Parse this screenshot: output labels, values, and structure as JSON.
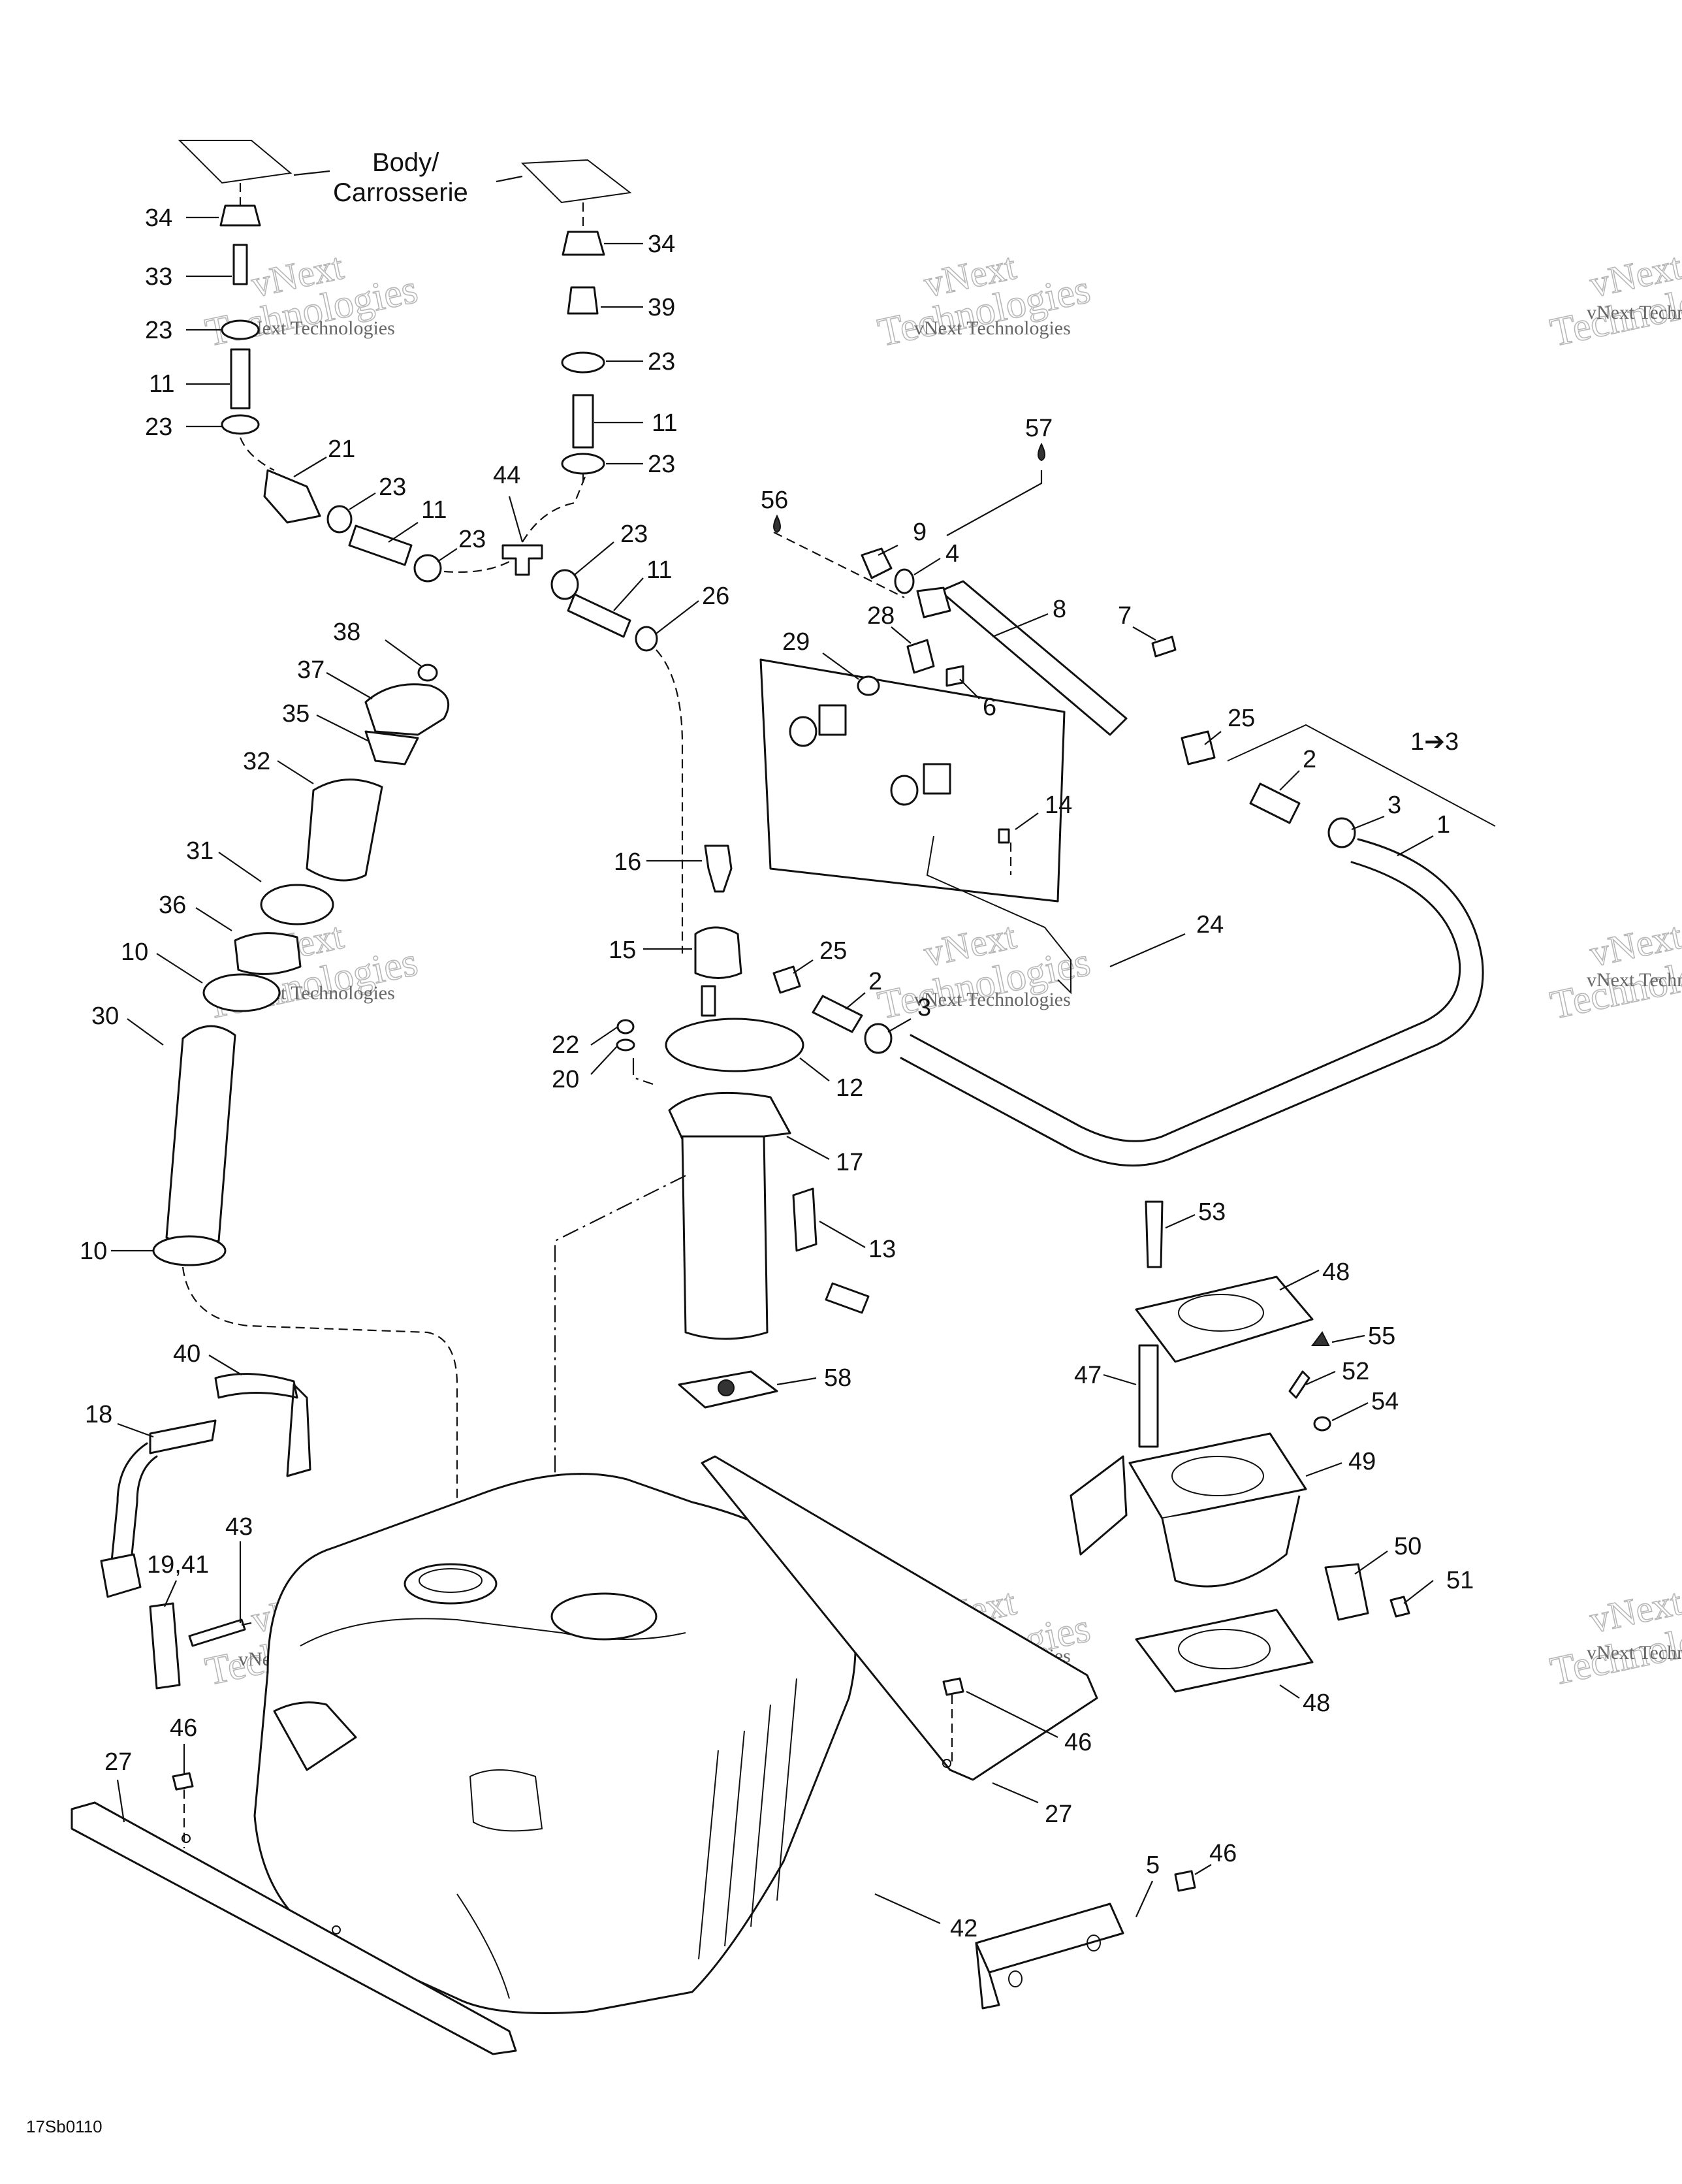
{
  "body_label": [
    "Body/",
    "Carrosserie"
  ],
  "watermark": {
    "line1": "vNext",
    "line2": "Technologies",
    "small": "vNext Technologies"
  },
  "reference_code": "17Sb0110",
  "callouts": {
    "c34a": "34",
    "c33": "33",
    "c23a": "23",
    "c11a": "11",
    "c23b": "23",
    "c21": "21",
    "c23c": "23",
    "c11b": "11",
    "c23d": "23",
    "c44": "44",
    "c34b": "34",
    "c39": "39",
    "c23e": "23",
    "c11c": "11",
    "c23f": "23",
    "c23g": "23",
    "c11d": "11",
    "c26": "26",
    "c57": "57",
    "c56": "56",
    "c9": "9",
    "c4": "4",
    "c8": "8",
    "c7": "7",
    "c28": "28",
    "c29": "29",
    "c6": "6",
    "c25a": "25",
    "c13arrow": "1➔3",
    "c2a": "2",
    "c3a": "3",
    "c1": "1",
    "c14": "14",
    "c24": "24",
    "c38": "38",
    "c37": "37",
    "c35": "35",
    "c32": "32",
    "c31": "31",
    "c36": "36",
    "c10a": "10",
    "c30": "30",
    "c10b": "10",
    "c16": "16",
    "c15": "15",
    "c25b": "25",
    "c2b": "2",
    "c3b": "3",
    "c22": "22",
    "c20": "20",
    "c12": "12",
    "c17": "17",
    "c13": "13",
    "c58": "58",
    "c53": "53",
    "c48a": "48",
    "c55": "55",
    "c47": "47",
    "c52": "52",
    "c54": "54",
    "c49": "49",
    "c50": "50",
    "c51": "51",
    "c48b": "48",
    "c40": "40",
    "c18": "18",
    "c1941": "19,41",
    "c43": "43",
    "c46a": "46",
    "c27a": "27",
    "c46b": "46",
    "c27b": "27",
    "c42": "42",
    "c5": "5",
    "c46c": "46"
  }
}
